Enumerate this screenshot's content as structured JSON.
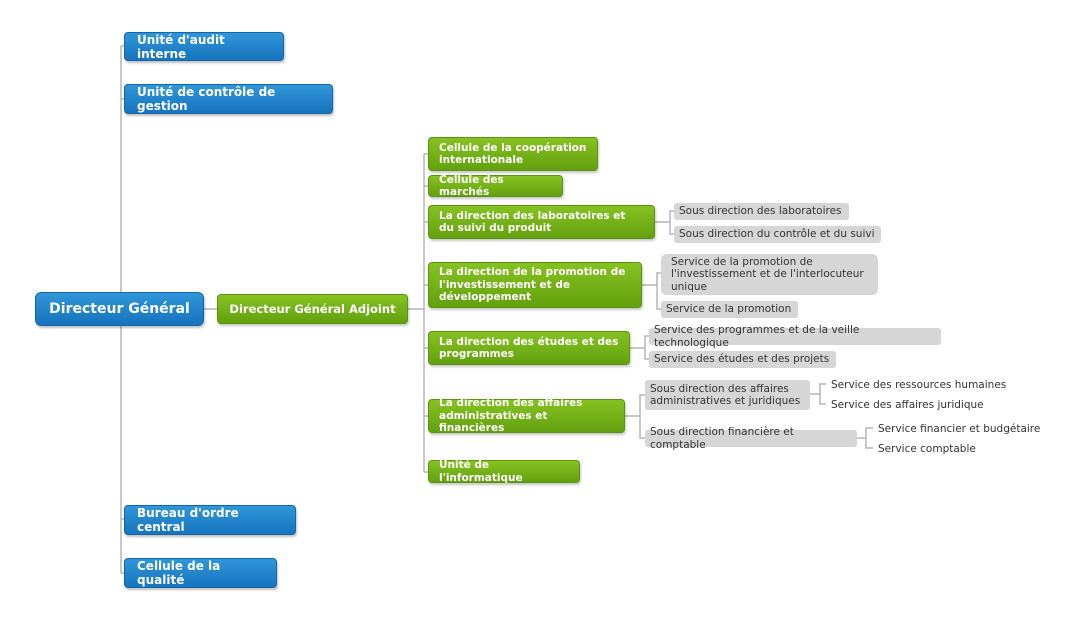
{
  "root": {
    "label": "Directeur Général"
  },
  "deputy": {
    "label": "Directeur Général Adjoint"
  },
  "top_units": [
    {
      "label": "Unité d'audit interne"
    },
    {
      "label": "Unité de contrôle de gestion"
    }
  ],
  "bottom_units": [
    {
      "label": "Bureau d'ordre central"
    },
    {
      "label": "Cellule de la qualité"
    }
  ],
  "green_nodes": [
    {
      "label": "Cellule de la coopération internationale"
    },
    {
      "label": "Cellule des marchés"
    },
    {
      "label": "La direction des laboratoires et du suivi du produit"
    },
    {
      "label": "La direction de la promotion de l'investissement et de développement"
    },
    {
      "label": "La direction des études et des programmes"
    },
    {
      "label": "La direction des affaires administratives et financières"
    },
    {
      "label": "Unité de l'informatique"
    }
  ],
  "gray_nodes": [
    {
      "label": "Sous direction des laboratoires"
    },
    {
      "label": "Sous direction du contrôle et du suivi"
    },
    {
      "label": "Service de la promotion de l'investissement et de l'interlocuteur unique"
    },
    {
      "label": "Service de la promotion"
    },
    {
      "label": "Service des programmes et de la veille technologique"
    },
    {
      "label": "Service des études et des projets"
    },
    {
      "label": "Sous direction des affaires administratives et juridiques"
    },
    {
      "label": "Sous direction financière et comptable"
    }
  ],
  "leaf_services": [
    {
      "label": "Service des ressources humaines"
    },
    {
      "label": "Service des affaires juridique"
    },
    {
      "label": "Service financier et budgétaire"
    },
    {
      "label": "Service comptable"
    }
  ],
  "colors": {
    "blue": "#1a7cc4",
    "green": "#6eaa14",
    "gray": "#d6d6d6",
    "connector": "#b5b5b5"
  }
}
